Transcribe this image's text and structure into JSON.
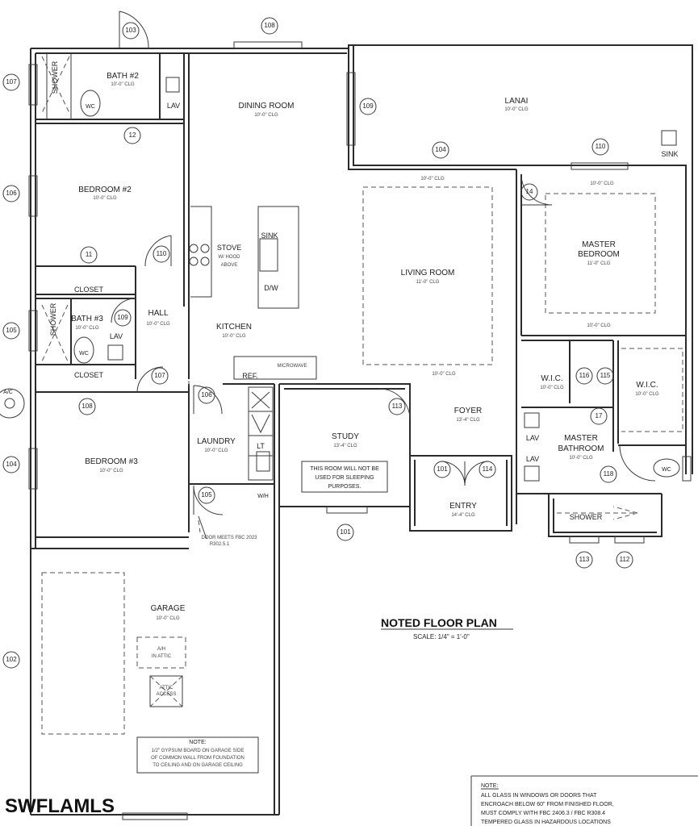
{
  "rooms": {
    "bath2": {
      "name": "BATH #2",
      "clg": "10'-0\" CLG"
    },
    "dining": {
      "name": "DINING ROOM",
      "clg": "10'-0\" CLG"
    },
    "lanai": {
      "name": "LANAI",
      "clg": "10'-0\" CLG"
    },
    "bedroom2": {
      "name": "BEDROOM #2",
      "clg": "10'-0\" CLG"
    },
    "living": {
      "name": "LIVING ROOM",
      "clg": "11'-0\" CLG"
    },
    "master_bed_1": {
      "name": "MASTER"
    },
    "master_bed_2": {
      "name": "BEDROOM",
      "clg": "11'-0\" CLG"
    },
    "bath3": {
      "name": "BATH #3",
      "clg": "10'-0\" CLG"
    },
    "hall": {
      "name": "HALL",
      "clg": "10'-0\" CLG"
    },
    "kitchen": {
      "name": "KITCHEN",
      "clg": "10'-0\" CLG"
    },
    "wic1": {
      "name": "W.I.C.",
      "clg": "10'-0\" CLG"
    },
    "wic2": {
      "name": "W.I.C.",
      "clg": "10'-0\" CLG"
    },
    "foyer": {
      "name": "FOYER",
      "clg": "13'-4\" CLG"
    },
    "study": {
      "name": "STUDY",
      "clg": "13'-4\" CLG"
    },
    "laundry": {
      "name": "LAUNDRY",
      "clg": "10'-0\" CLG"
    },
    "bedroom3": {
      "name": "BEDROOM #3",
      "clg": "10'-0\" CLG"
    },
    "master_bath_1": {
      "name": "MASTER"
    },
    "master_bath_2": {
      "name": "BATHROOM",
      "clg": "10'-0\" CLG"
    },
    "entry": {
      "name": "ENTRY",
      "clg": "14'-4\" CLG"
    },
    "garage": {
      "name": "GARAGE",
      "clg": "10'-0\" CLG"
    }
  },
  "fixtures": {
    "shower_a": "SHOWER",
    "shower_b": "SHOWER",
    "shower_master": "SHOWER",
    "wc_a": "WC",
    "wc_b": "WC",
    "wc_master": "WC",
    "lav_a": "LAV",
    "lav_b": "LAV",
    "lav_m1": "LAV",
    "lav_m2": "LAV",
    "sink_lanai": "SINK",
    "sink_kitchen": "SINK",
    "stove": "STOVE",
    "stove_sub1": "W/ HOOD",
    "stove_sub2": "ABOVE",
    "dw": "D/W",
    "microwave": "MICROWAVE",
    "ref": "REF.",
    "closet_a": "CLOSET",
    "closet_b": "CLOSET",
    "lt": "LT",
    "wh": "W/H",
    "ac": "A/C",
    "ah_1": "A/H",
    "ah_2": "IN ATTIC",
    "attic_1": "ATTIC",
    "attic_2": "ACCESS"
  },
  "ceiling_marks": {
    "m1": "10'-0\" CLG",
    "m2": "10'-0\" CLG",
    "m3": "10'-0\" CLG",
    "m4": "10'-0\" CLG"
  },
  "tags": {
    "t103": "103",
    "t108": "108",
    "t107a": "107",
    "t109a": "109",
    "t104a": "104",
    "t110a": "110",
    "t12": "12",
    "t106a": "106",
    "t14": "14",
    "t11": "11",
    "t110b": "110",
    "t105": "105",
    "t109b": "109",
    "t107b": "107",
    "t116": "116",
    "t115": "115",
    "t108b": "108",
    "t106b": "106",
    "t113a": "113",
    "t17": "17",
    "t104b": "104",
    "t101a": "101",
    "t114": "114",
    "t118": "118",
    "t105b": "105",
    "t101b": "101",
    "t113b": "113",
    "t112": "112",
    "t102": "102"
  },
  "notes": {
    "study_note_1": "THIS ROOM WILL NOT BE",
    "study_note_2": "USED FOR SLEEPING",
    "study_note_3": "PURPOSES.",
    "door_note_1": "DOOR MEETS FBC 2023",
    "door_note_2": "R302.5.1",
    "garage_note_title": "NOTE:",
    "garage_note_1": "1/2\" GYPSUM BOARD ON GARAGE SIDE",
    "garage_note_2": "OF COMMON WALL FROM FOUNDATION",
    "garage_note_3": "TO CEILING AND ON GARAGE CEILING",
    "glass_note_title": "NOTE:",
    "glass_note_1": "ALL GLASS IN WINDOWS OR DOORS THAT",
    "glass_note_2": "ENCROACH BELOW 60\" FROM FINISHED FLOOR,",
    "glass_note_3": "MUST COMPLY WITH FBC 2406.3 / FBC R308.4",
    "glass_note_4": "TEMPERED GLASS IN HAZARDOUS LOCATIONS"
  },
  "plan_title": "NOTED FLOOR PLAN",
  "plan_scale": "SCALE: 1/4\" = 1'-0\"",
  "watermark": "SWFLAMLS"
}
